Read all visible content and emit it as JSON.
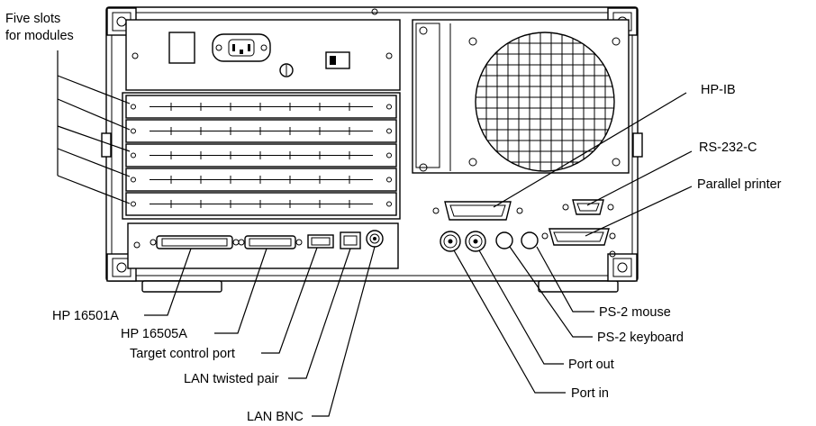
{
  "labels": {
    "five_slots_line1": "Five slots",
    "five_slots_line2": "for modules",
    "hp_ib": "HP-IB",
    "rs232c": "RS-232-C",
    "parallel_printer": "Parallel printer",
    "hp16501a": "HP 16501A",
    "hp16505a": "HP 16505A",
    "target_control_port": "Target control port",
    "lan_twisted_pair": "LAN twisted pair",
    "lan_bnc": "LAN BNC",
    "ps2_mouse": "PS-2 mouse",
    "ps2_keyboard": "PS-2 keyboard",
    "port_out": "Port out",
    "port_in": "Port in"
  }
}
